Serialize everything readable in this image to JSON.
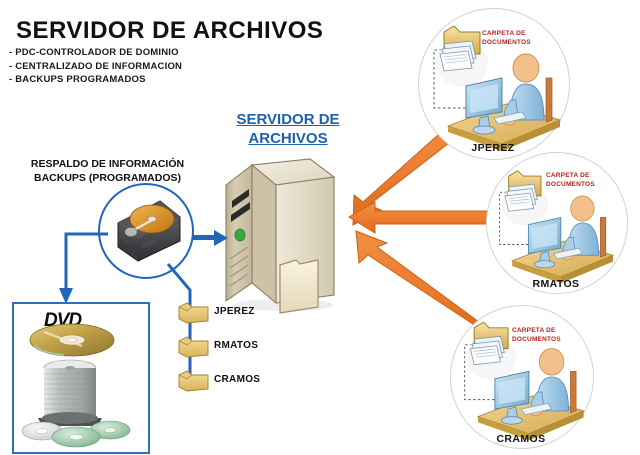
{
  "page": {
    "title": "SERVIDOR DE ARCHIVOS",
    "bullets": [
      "- PDC-CONTROLADOR DE DOMINIO",
      "- CENTRALIZADO DE INFORMACION",
      "- BACKUPS PROGRAMADOS"
    ]
  },
  "server": {
    "label_line1": "SERVIDOR DE",
    "label_line2": "ARCHIVOS",
    "icon": "server-tower-icon",
    "folder_icon": "folder-icon",
    "led_color": "#3FA93F"
  },
  "backup": {
    "heading_line1": "RESPALDO DE INFORMACIÓN",
    "heading_line2": "BACKUPS (PROGRAMADOS)",
    "hdd_icon": "hard-disk-icon",
    "media_box": {
      "wordmark": "DVD",
      "disc_icon": "dvd-disc-icon",
      "spindle_icon": "disc-spindle-icon"
    }
  },
  "shared_folders": [
    {
      "label": "JPEREZ",
      "icon": "folder-icon"
    },
    {
      "label": "RMATOS",
      "icon": "folder-icon"
    },
    {
      "label": "CRAMOS",
      "icon": "folder-icon"
    }
  ],
  "workstations": [
    {
      "name": "JPEREZ",
      "folder_caption_line1": "CARPETA DE",
      "folder_caption_line2": "DOCUMENTOS",
      "icon": "user-at-desk-icon",
      "folder_icon": "open-folder-documents-icon"
    },
    {
      "name": "RMATOS",
      "folder_caption_line1": "CARPETA DE",
      "folder_caption_line2": "DOCUMENTOS",
      "icon": "user-at-desk-icon",
      "folder_icon": "open-folder-documents-icon"
    },
    {
      "name": "CRAMOS",
      "folder_caption_line1": "CARPETA DE",
      "folder_caption_line2": "DOCUMENTOS",
      "icon": "user-at-desk-icon",
      "folder_icon": "open-folder-documents-icon"
    }
  ],
  "connectors": {
    "client_arrow_icon": "orange-arrow-icon",
    "backup_arrow_icon": "blue-arrow-icon"
  },
  "colors": {
    "orange": "#ED7D31",
    "orange_dark": "#C75B17",
    "blue": "#2266BC",
    "blue_text": "#1F5FAF",
    "red": "#BC2121",
    "server_beige": "#D9D0B8",
    "background": "#FFFFFF"
  }
}
